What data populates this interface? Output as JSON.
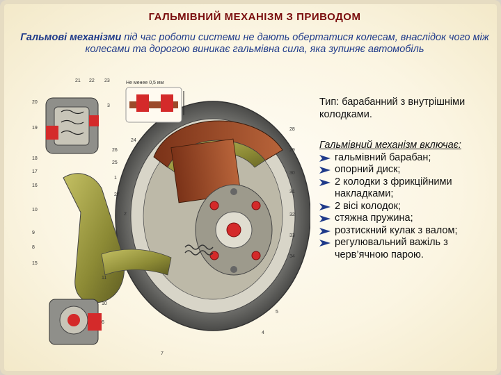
{
  "slide": {
    "title": "ГАЛЬМІВНИЙ  МЕХАНІЗМ  З  ПРИВОДОМ",
    "subtitle_bold": "Гальмові механізми",
    "subtitle_rest": " під час роботи системи не дають обертатися колесам, внаслідок чого між колесами та дорогою виникає гальмівна сила, яка зупиняє автомобіль",
    "type_text": "Тип: барабанний з внутрішніми колодками.",
    "includes_heading": "Гальмівний механізм включає",
    "includes_colon": ":",
    "parts": [
      "гальмівний барабан;",
      "опорний диск;",
      "2 колодки з фрикційними накладками;",
      "2 вісі колодок;",
      "стяжна пружина;",
      "розтискний кулак з валом;",
      "регулювальний важіль з черв’ячною парою."
    ]
  },
  "figure": {
    "gap_note": "Не менее 0,5 мм",
    "callouts": [
      "21",
      "22",
      "23",
      "20",
      "3",
      "19",
      "24",
      "26",
      "18",
      "25",
      "17",
      "1",
      "16",
      "27",
      "10",
      "2",
      "9",
      "8",
      "15",
      "11",
      "10",
      "6",
      "7",
      "28",
      "29",
      "30",
      "31",
      "32",
      "33",
      "34",
      "5",
      "4"
    ]
  },
  "colors": {
    "title": "#7a0d0d",
    "subtitle": "#1f3a8a",
    "bullet": "#1f3a8a",
    "metal": "#8a8a85",
    "olive": "#8c8a35",
    "lining": "#9c4a2a",
    "red": "#d42a2a"
  }
}
